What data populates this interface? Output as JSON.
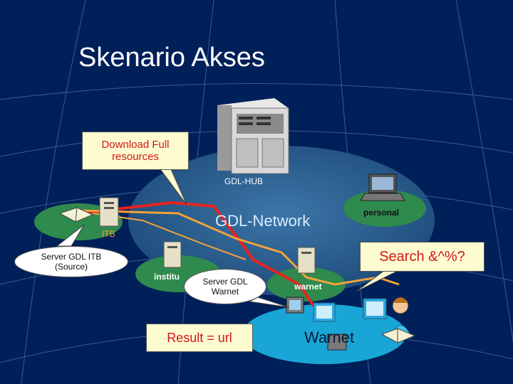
{
  "title": "Skenario Akses",
  "callouts": {
    "download": "Download Full resources",
    "server_itb": "Server GDL ITB (Source)",
    "server_warnet": "Server GDL Warnet",
    "result": "Result = url",
    "search": "Search &^%?"
  },
  "labels": {
    "hub": "GDL-HUB",
    "network": "GDL-Network",
    "personal": "personal",
    "itb": "ITB",
    "institution": "institu",
    "warnet_small": "warnet",
    "warnet_big": "Warnet"
  },
  "colors": {
    "background": "#00205a",
    "grid": "#6f88c0",
    "network_disc": "#2c5f8e",
    "green_node": "#2f8a4d",
    "cyan_node": "#19a6d6",
    "red_path": "#e8231e",
    "orange_path": "#f2a23a",
    "callout_bg": "#fdfbd0",
    "callout_red": "#d01818"
  },
  "icons": [
    "server-tower-icon",
    "laptop-icon",
    "book-icon",
    "monitor-icon",
    "person-icon"
  ]
}
